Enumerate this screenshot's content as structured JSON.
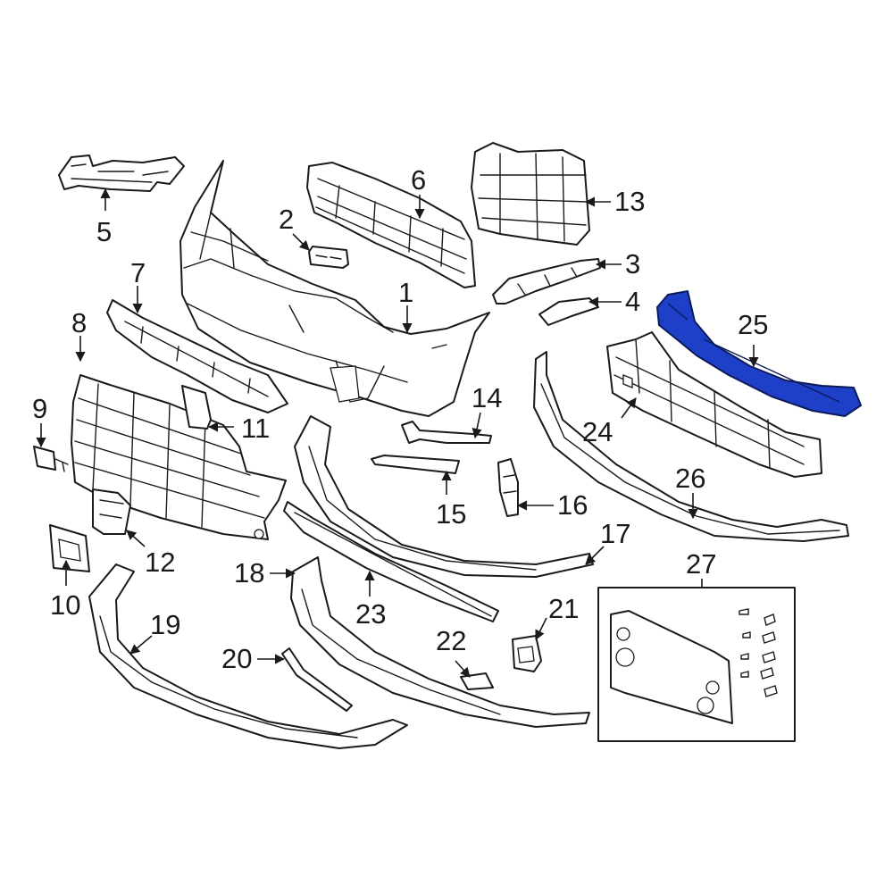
{
  "diagram": {
    "callouts": [
      "1",
      "2",
      "3",
      "4",
      "5",
      "6",
      "7",
      "8",
      "9",
      "10",
      "11",
      "12",
      "13",
      "14",
      "15",
      "16",
      "17",
      "18",
      "19",
      "20",
      "21",
      "22",
      "23",
      "24",
      "25",
      "26",
      "27"
    ],
    "highlighted_part": "25",
    "colors": {
      "highlight": "#1e40c8",
      "line": "#1a1a1a",
      "background": "#ffffff"
    }
  }
}
